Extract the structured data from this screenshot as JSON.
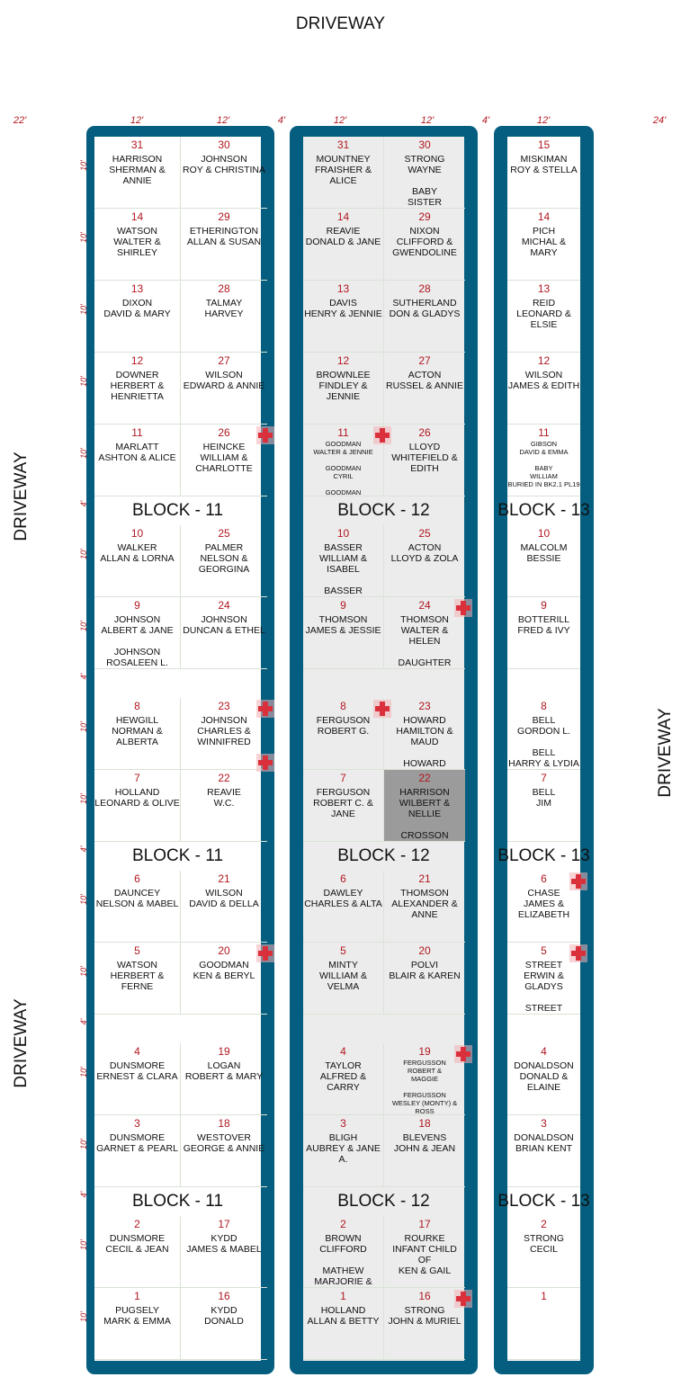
{
  "roads": {
    "top": "DRIVEWAY",
    "left_upper": "DRIVEWAY",
    "left_lower": "DRIVEWAY",
    "right": "DRIVEWAY"
  },
  "column_dims": [
    "22'",
    "12'",
    "12'",
    "4'",
    "12'",
    "12'",
    "4'",
    "12'",
    "24'"
  ],
  "row_dims": [
    "10'",
    "10'",
    "10'",
    "10'",
    "10'",
    "4'",
    "10'",
    "10'",
    "4'",
    "10'",
    "10'",
    "4'",
    "10'",
    "10'",
    "4'",
    "10'",
    "10'",
    "4'",
    "10'",
    "10'"
  ],
  "block_labels": {
    "b11": "BLOCK - 11",
    "b12": "BLOCK - 12",
    "b13": "BLOCK - 13"
  },
  "blocks": [
    {
      "columns": [
        [
          {
            "n": "31",
            "names": "HARRISON\nSHERMAN & ANNIE"
          },
          {
            "n": "14",
            "names": "WATSON\nWALTER & SHIRLEY"
          },
          {
            "n": "13",
            "names": "DIXON\nDAVID & MARY"
          },
          {
            "n": "12",
            "names": "DOWNER\nHERBERT &\nHENRIETTA"
          },
          {
            "n": "11",
            "names": "MARLATT\nASHTON & ALICE"
          },
          {
            "label": "b11"
          },
          {
            "n": "10",
            "names": "WALKER\nALLAN & LORNA"
          },
          {
            "n": "9",
            "names": "JOHNSON\nALBERT & JANE\n\nJOHNSON\nROSALEEN L."
          },
          {
            "gap": true
          },
          {
            "n": "8",
            "names": "HEWGILL\nNORMAN &\nALBERTA"
          },
          {
            "n": "7",
            "names": "HOLLAND\nLEONARD & OLIVE"
          },
          {
            "label": "b11"
          },
          {
            "n": "6",
            "names": "DAUNCEY\nNELSON & MABEL"
          },
          {
            "n": "5",
            "names": "WATSON\nHERBERT & FERNE"
          },
          {
            "gap": true
          },
          {
            "n": "4",
            "names": "DUNSMORE\nERNEST & CLARA"
          },
          {
            "n": "3",
            "names": "DUNSMORE\nGARNET & PEARL"
          },
          {
            "label": "b11"
          },
          {
            "n": "2",
            "names": "DUNSMORE\nCECIL & JEAN"
          },
          {
            "n": "1",
            "names": "PUGSELY\nMARK & EMMA"
          }
        ],
        [
          {
            "n": "30",
            "names": "JOHNSON\nROY & CHRISTINA"
          },
          {
            "n": "29",
            "names": "ETHERINGTON\nALLAN & SUSAN"
          },
          {
            "n": "28",
            "names": "TALMAY\nHARVEY"
          },
          {
            "n": "27",
            "names": "WILSON\nEDWARD & ANNIE"
          },
          {
            "n": "26",
            "names": "HEINCKE\nWILLIAM &\nCHARLOTTE",
            "cross": true
          },
          {
            "label": "b11"
          },
          {
            "n": "25",
            "names": "PALMER\nNELSON &\nGEORGINA"
          },
          {
            "n": "24",
            "names": "JOHNSON\nDUNCAN & ETHEL"
          },
          {
            "gap": true
          },
          {
            "n": "23",
            "names": "JOHNSON\nCHARLES &\nWINNIFRED",
            "cross": true,
            "cross2": true
          },
          {
            "n": "22",
            "names": "REAVIE\nW.C."
          },
          {
            "label": "b11"
          },
          {
            "n": "21",
            "names": "WILSON\nDAVID & DELLA"
          },
          {
            "n": "20",
            "names": "GOODMAN\nKEN & BERYL",
            "cross": true
          },
          {
            "gap": true
          },
          {
            "n": "19",
            "names": "LOGAN\nROBERT & MARY"
          },
          {
            "n": "18",
            "names": "WESTOVER\nGEORGE & ANNIE"
          },
          {
            "label": "b11"
          },
          {
            "n": "17",
            "names": "KYDD\nJAMES & MABEL"
          },
          {
            "n": "16",
            "names": "KYDD\nDONALD"
          }
        ]
      ]
    },
    {
      "columns": [
        [
          {
            "n": "31",
            "names": "MOUNTNEY\nFRAISHER & ALICE"
          },
          {
            "n": "14",
            "names": "REAVIE\nDONALD & JANE"
          },
          {
            "n": "13",
            "names": "DAVIS\nHENRY & JENNIE"
          },
          {
            "n": "12",
            "names": "BROWNLEE\nFINDLEY & JENNIE"
          },
          {
            "n": "11",
            "names": "GOODMAN\nWALTER & JENNIE\n\nGOODMAN\nCYRIL\n\nGOODMAN\nLLOYD & PEARL",
            "small": true,
            "cross": true
          },
          {
            "label": "b12"
          },
          {
            "n": "10",
            "names": "BASSER\nWILLIAM & ISABEL\n\nBASSER\nPENNY BELLE"
          },
          {
            "n": "9",
            "names": "THOMSON\nJAMES & JESSIE"
          },
          {
            "gap": true
          },
          {
            "n": "8",
            "names": "FERGUSON\nROBERT  G.",
            "cross": true
          },
          {
            "n": "7",
            "names": "FERGUSON\nROBERT  C. & JANE"
          },
          {
            "label": "b12"
          },
          {
            "n": "6",
            "names": "DAWLEY\nCHARLES & ALTA"
          },
          {
            "n": "5",
            "names": "MINTY\nWILLIAM & VELMA"
          },
          {
            "gap": true
          },
          {
            "n": "4",
            "names": "TAYLOR\nALFRED & CARRY"
          },
          {
            "n": "3",
            "names": "BLIGH\nAUBREY & JANE A."
          },
          {
            "label": "b12"
          },
          {
            "n": "2",
            "names": "BROWN\nCLIFFORD\n\nMATHEW\nMARJORIE & BABY"
          },
          {
            "n": "1",
            "names": "HOLLAND\nALLAN & BETTY"
          }
        ],
        [
          {
            "n": "30",
            "names": "STRONG\nWAYNE\n\nBABY\nSISTER"
          },
          {
            "n": "29",
            "names": "NIXON\nCLIFFORD &\nGWENDOLINE"
          },
          {
            "n": "28",
            "names": "SUTHERLAND\nDON & GLADYS"
          },
          {
            "n": "27",
            "names": "ACTON\nRUSSEL & ANNIE"
          },
          {
            "n": "26",
            "names": "LLOYD\nWHITEFIELD &\nEDITH"
          },
          {
            "label": "b12"
          },
          {
            "n": "25",
            "names": "ACTON\nLLOYD & ZOLA"
          },
          {
            "n": "24",
            "names": "THOMSON\nWALTER & HELEN\n\nDAUGHTER\nCORLENE",
            "cross": true
          },
          {
            "gap": true
          },
          {
            "n": "23",
            "names": "HOWARD\nHAMILTON & MAUD\n\nHOWARD\nEMILY MAY"
          },
          {
            "n": "22",
            "names": "HARRISON\nWILBERT & NELLIE\n\nCROSSON\nINEZ",
            "dark": true
          },
          {
            "label": "b12"
          },
          {
            "n": "21",
            "names": "THOMSON\nALEXANDER &\nANNE"
          },
          {
            "n": "20",
            "names": "POLVI\nBLAIR & KAREN"
          },
          {
            "gap": true
          },
          {
            "n": "19",
            "names": "FERGUSSON\nROBERT &\nMAGGIE\n\nFERGUSSON\nWESLEY (MONTY) &\nROSS",
            "small": true,
            "cross": true
          },
          {
            "n": "18",
            "names": "BLEVENS\nJOHN & JEAN"
          },
          {
            "label": "b12"
          },
          {
            "n": "17",
            "names": "ROURKE\nINFANT CHILD\nOF\nKEN & GAIL"
          },
          {
            "n": "16",
            "names": "STRONG\nJOHN & MURIEL",
            "cross": true
          }
        ]
      ]
    },
    {
      "columns": [
        [
          {
            "n": "15",
            "names": "MISKIMAN\nROY & STELLA"
          },
          {
            "n": "14",
            "names": "PICH\nMICHAL & MARY"
          },
          {
            "n": "13",
            "names": "REID\nLEONARD & ELSIE"
          },
          {
            "n": "12",
            "names": "WILSON\nJAMES & EDITH"
          },
          {
            "n": "11",
            "names": "GIBSON\nDAVID & EMMA\n\nBABY\nWILLIAM\nBURIED IN BK2.1 PL19",
            "small": true
          },
          {
            "label": "b13"
          },
          {
            "n": "10",
            "names": "MALCOLM\nBESSIE"
          },
          {
            "n": "9",
            "names": "BOTTERILL\nFRED & IVY"
          },
          {
            "gap": true
          },
          {
            "n": "8",
            "names": "BELL\nGORDON L.\n\nBELL\nHARRY & LYDIA"
          },
          {
            "n": "7",
            "names": "BELL\nJIM"
          },
          {
            "label": "b13"
          },
          {
            "n": "6",
            "names": "CHASE\nJAMES &\nELIZABETH",
            "cross": true
          },
          {
            "n": "5",
            "names": "STREET\nERWIN & GLADYS\n\nSTREET\nSTUART",
            "cross": true
          },
          {
            "gap": true
          },
          {
            "n": "4",
            "names": "DONALDSON\nDONALD & ELAINE"
          },
          {
            "n": "3",
            "names": "DONALDSON\nBRIAN KENT"
          },
          {
            "label": "b13"
          },
          {
            "n": "2",
            "names": "STRONG\nCECIL"
          },
          {
            "n": "1",
            "names": ""
          }
        ]
      ]
    }
  ]
}
